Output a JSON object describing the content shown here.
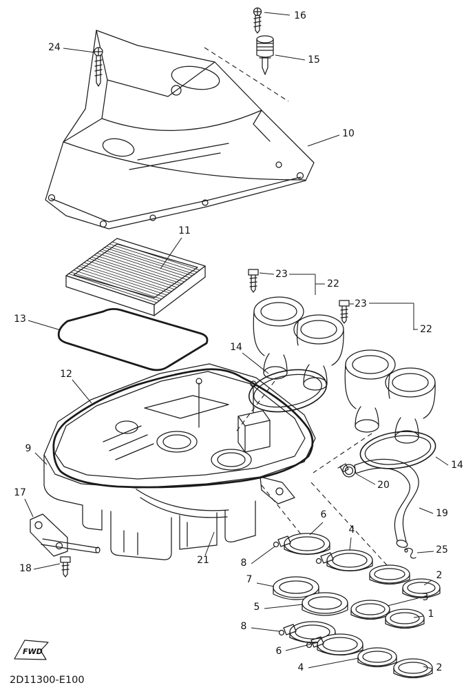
{
  "diagram": {
    "code": "2D11300-E100",
    "fwd": "FWD"
  },
  "colors": {
    "ink": "#1a1a1a",
    "background": "#ffffff"
  },
  "callouts": {
    "c16": "16",
    "c24": "24",
    "c15": "15",
    "c10": "10",
    "c11": "11",
    "c23a": "23",
    "c22a": "22",
    "c23b": "23",
    "c22b": "22",
    "c13": "13",
    "c14a": "14",
    "c12": "12",
    "c9": "9",
    "c14b": "14",
    "c20": "20",
    "c17": "17",
    "c19": "19",
    "c21": "21",
    "c18": "18",
    "c25": "25",
    "c6a": "6",
    "c4a": "4",
    "c8a": "8",
    "c2a": "2",
    "c7": "7",
    "c3": "3",
    "c5": "5",
    "c1": "1",
    "c8b": "8",
    "c6b": "6",
    "c4b": "4",
    "c2b": "2"
  }
}
